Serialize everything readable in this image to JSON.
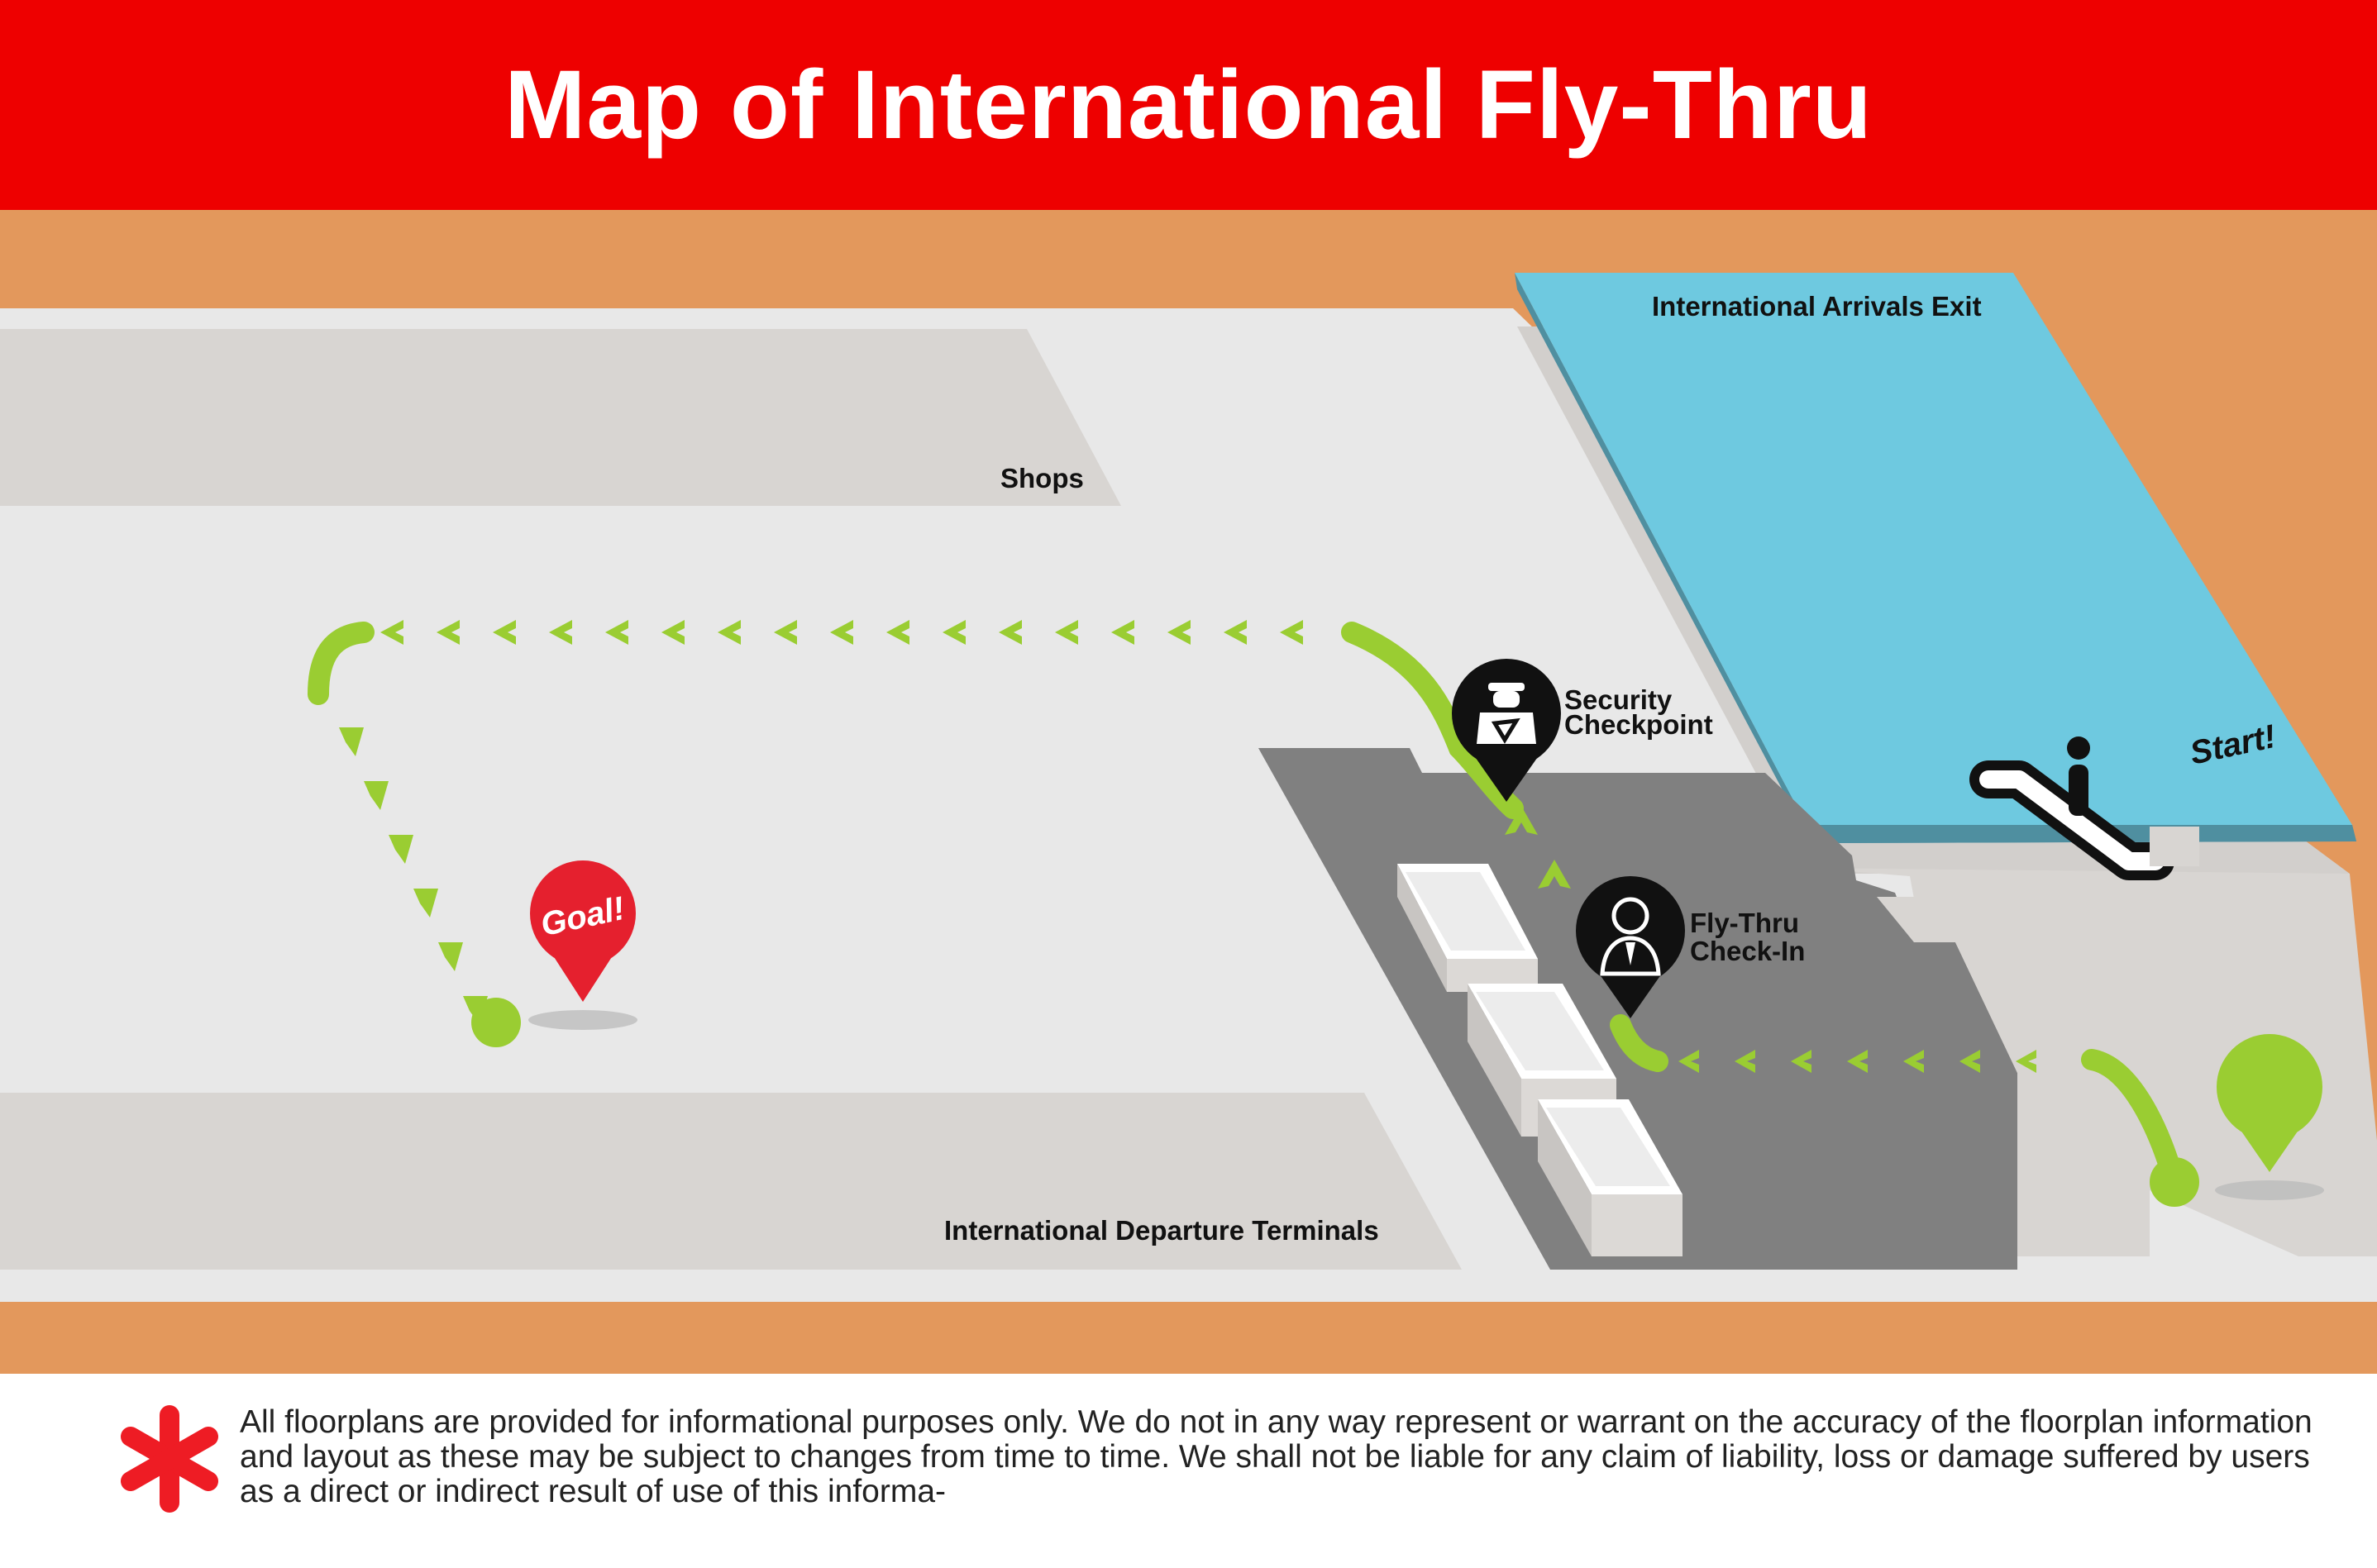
{
  "title": "Map of International Fly-Thru",
  "map": {
    "areas": {
      "shops": "Shops",
      "arrivals_exit": "International Arrivals Exit",
      "departure_terminals": "International Departure Terminals"
    },
    "points": {
      "security_line1": "Security",
      "security_line2": "Checkpoint",
      "checkin_line1": "Fly-Thru",
      "checkin_line2": "Check-In",
      "start": "Start!",
      "goal": "Goal!"
    },
    "icons": [
      "security-officer-icon",
      "check-in-staff-icon",
      "escalator-icon",
      "person-icon",
      "asterisk-icon"
    ],
    "colors": {
      "header": "#ee0000",
      "route": "#9acd32",
      "arrivals": "#6ec9e0",
      "goal_pin": "#e5202e",
      "start_pin": "#9acd32",
      "poi_pin": "#111111",
      "floor": "#e8e8e8",
      "outer": "#e3985c"
    }
  },
  "disclaimer": "All floorplans are provided for informational purposes only. We do not in any way represent or warrant on the accuracy of the floorplan information and layout as these may be subject to changes from time to time. We shall not be liable for any claim of liability, loss or damage suffered by users as a direct or indirect result of use of this informa-"
}
